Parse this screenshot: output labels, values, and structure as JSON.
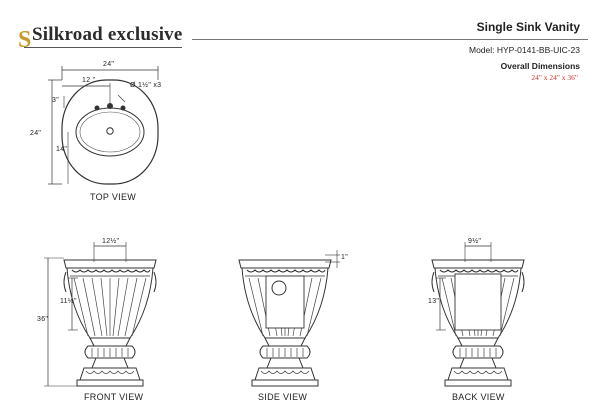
{
  "brand": {
    "name": "Silkroad exclusive"
  },
  "header": {
    "title": "Single Sink Vanity",
    "model": "Model: HYP-0141-BB-UIC-23",
    "dimensions_title": "Overall Dimensions",
    "dimensions_value": "24\" x 24\" x 36\""
  },
  "colors": {
    "accent_gold": "#c79a2a",
    "dimension_red": "#d0322b",
    "line": "#333333"
  },
  "top_view": {
    "label": "TOP VIEW",
    "dims": {
      "width": "24\"",
      "offset": "12 \"",
      "hole": "Ø 1½\" x3",
      "back": "3\"",
      "depth": "24\"",
      "front": "14\""
    }
  },
  "front_view": {
    "label": "FRONT VIEW",
    "dims": {
      "top": "12½\"",
      "side": "11½\"",
      "height": "36\""
    }
  },
  "side_view": {
    "label": "SIDE VIEW",
    "dims": {
      "top": "1\""
    }
  },
  "back_view": {
    "label": "BACK VIEW",
    "dims": {
      "top": "9½\"",
      "side": "13\""
    }
  }
}
